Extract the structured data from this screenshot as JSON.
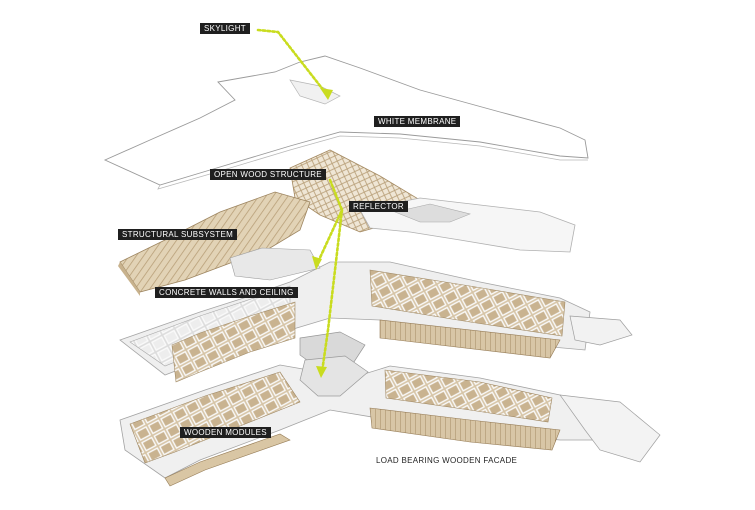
{
  "diagram": {
    "labels": {
      "skylight": "SKYLIGHT",
      "white_membrane": "WHITE MEMBRANE",
      "open_wood_structure": "OPEN WOOD STRUCTURE",
      "reflector": "REFLECTOR",
      "structural_subsystem": "STRUCTURAL SUBSYSTEM",
      "concrete_walls_and_ceiling": "CONCRETE WALLS AND CEILING",
      "wooden_modules": "WOODEN MODULES",
      "load_bearing_wooden_facade": "LOAD BEARING WOODEN FACADE"
    },
    "colors": {
      "label_bg": "#1f1f1f",
      "label_text": "#ffffff",
      "arrow": "#c9dc1f",
      "wood": "#d8c6a6",
      "concrete": "#e6e6e6"
    }
  }
}
